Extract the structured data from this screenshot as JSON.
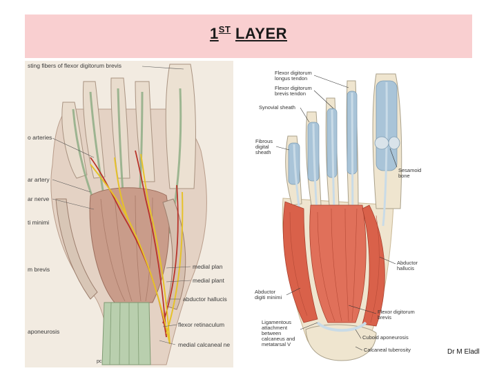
{
  "slide": {
    "title": {
      "number": "1",
      "superscript": "ST",
      "word": "LAYER"
    },
    "credit": "Dr M Eladl"
  },
  "left_figure": {
    "labels": [
      "sting fibers of flexor digitorum brevis",
      "o arteries",
      "ar artery",
      "ar nerve",
      "ti minimi",
      "m brevis",
      "aponeurosis",
      "medial plan",
      "medial plant",
      "abductor hallucis",
      "flexor retinaculum",
      "medial calcaneal ne",
      "pc"
    ]
  },
  "right_figure": {
    "labels": [
      "Flexor digitorum longus tendon",
      "Flexor digitorum brevis tendon",
      "Synovial sheath",
      "Fibrous digital sheath",
      "Sesamoid bone",
      "Abductor hallucis",
      "Abductor digiti minimi",
      "Flexor digitorum brevis",
      "Ligamentous attachment between calcaneus and metatarsal V",
      "Cuboid aponeurosis",
      "Calcaneal tuberosity"
    ]
  },
  "colors": {
    "title_background": "#f9cfd0",
    "muscle_red": "#d9614a",
    "nerve_yellow": "#e6c229",
    "tendon_blue": "#a9c4d8",
    "bone_ivory": "#efe5cf"
  }
}
